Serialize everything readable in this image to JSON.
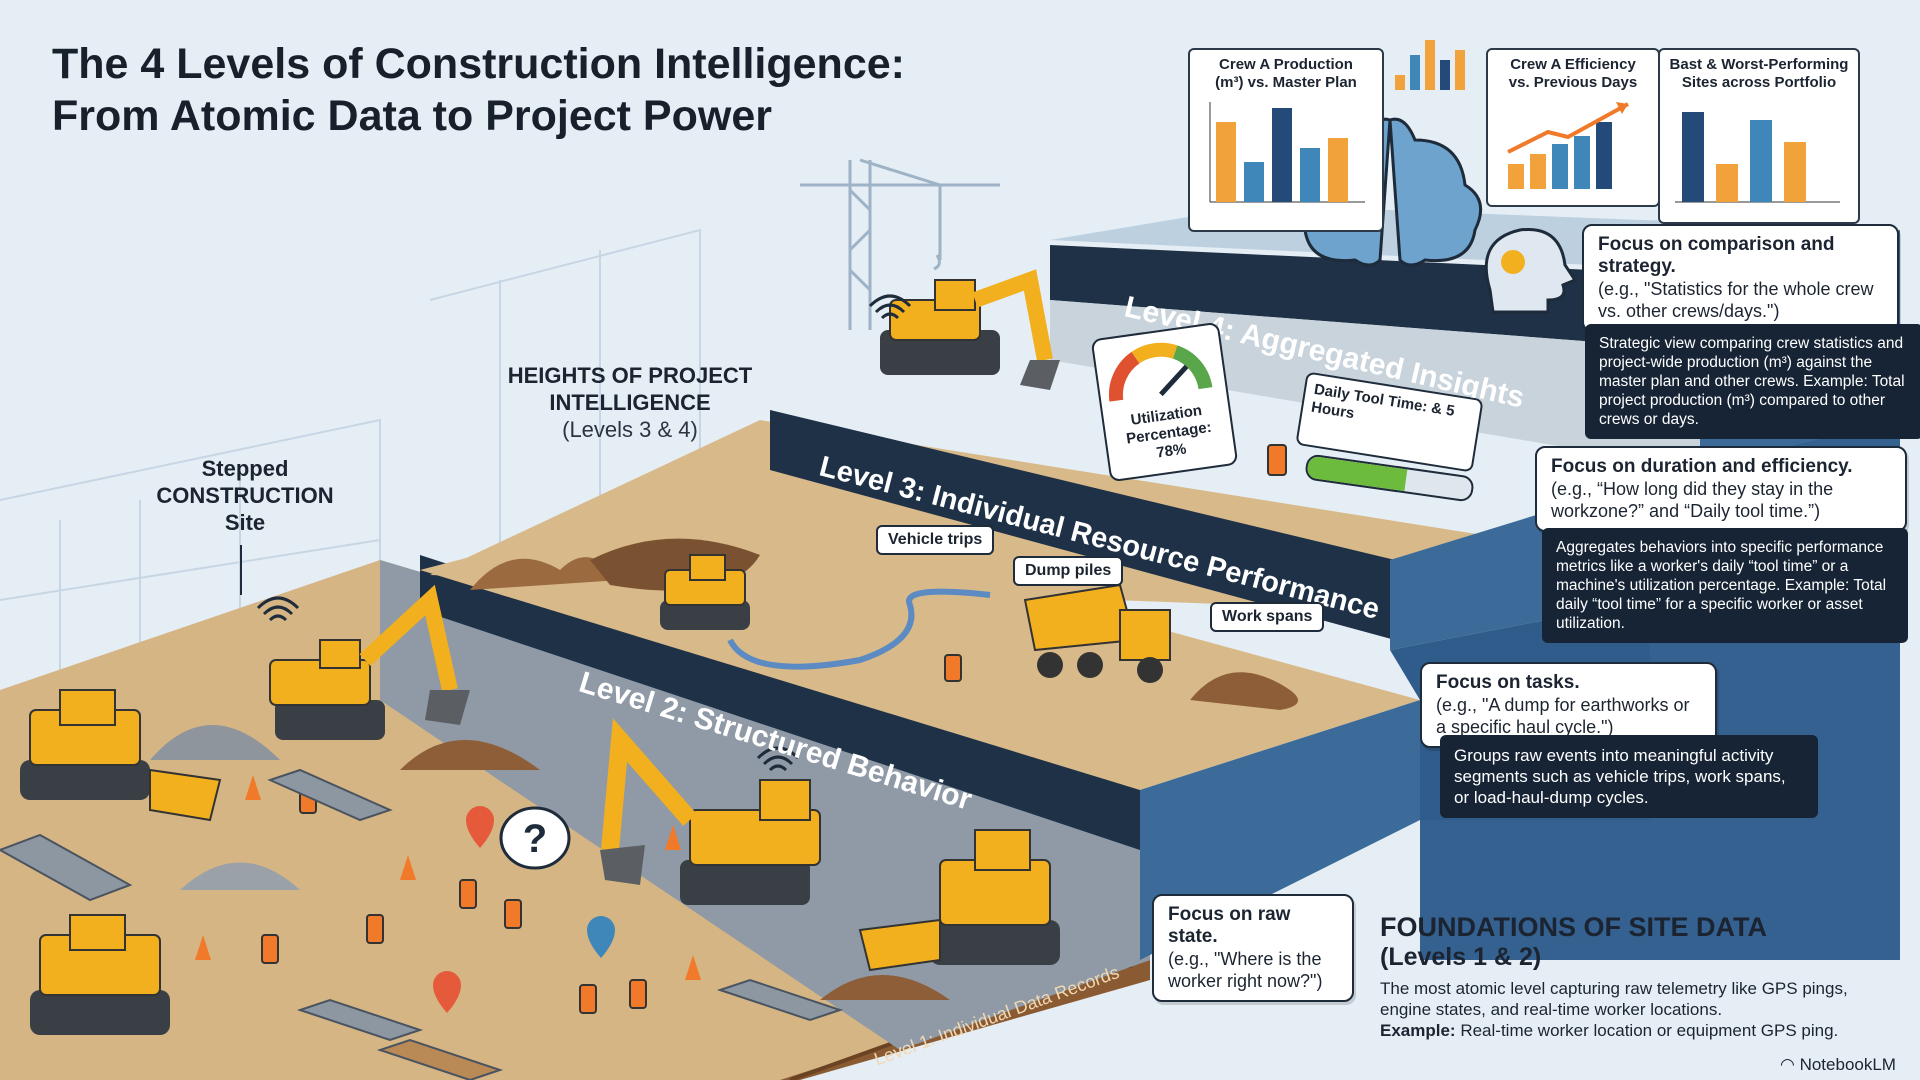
{
  "title": "The 4 Levels of Construction Intelligence:\nFrom Atomic Data to Project Power",
  "labels": {
    "heights_title": "HEIGHTS OF PROJECT INTELLIGENCE",
    "heights_sub": "(Levels 3 & 4)",
    "stepped": "Stepped CONSTRUCTION Site"
  },
  "levels": {
    "level1": "Level 1: Individual Data Records",
    "level2": "Level 2: Structured Behavior",
    "level3": "Level 3: Individual Resource Performance",
    "level4": "Level 4: Aggregated Insights"
  },
  "charts": {
    "c1": {
      "title": "Crew A Production\n(m³) vs. Master Plan"
    },
    "c2": {
      "title": "Crew A Efficiency\nvs. Previous Days"
    },
    "c3": {
      "title": "Bast & Worst-Performing\nSites across Portfolio"
    }
  },
  "callouts": {
    "l4": {
      "heading": "Focus on comparison and strategy.",
      "example": "(e.g., \"Statistics for the whole crew vs. other crews/days.\")"
    },
    "l3": {
      "heading": "Focus on duration and efficiency.",
      "example": "(e.g., “How long did they stay in the workzone?” and “Daily tool time.”)"
    },
    "l2": {
      "heading": "Focus on tasks.",
      "example": "(e.g., \"A dump for earthworks or a specific haul cycle.\")"
    },
    "l1": {
      "heading": "Focus on raw state.",
      "example": "(e.g., \"Where is the worker right now?\")"
    }
  },
  "descriptions": {
    "l4": "Strategic view comparing crew statistics and project-wide production (m³) against the master plan and other crews. Example: Total project production (m³) compared to other crews or days.",
    "l3": "Aggregates behaviors into specific performance metrics like a worker's daily “tool time” or a machine's utilization percentage. Example: Total daily “tool time” for a specific worker or asset utilization.",
    "l2": "Groups raw events into meaningful activity segments such as vehicle trips, work spans, or load-haul-dump cycles."
  },
  "tags": {
    "vehicle_trips": "Vehicle trips",
    "dump_piles": "Dump piles",
    "work_spans": "Work spans",
    "utilization": "Utilization Percentage: 78%",
    "tool_time": "Daily Tool Time: & 5 Hours"
  },
  "metrics": {
    "utilization_pct": 78,
    "tool_time_fill": 0.6
  },
  "foundations": {
    "heading": "FOUNDATIONS OF SITE DATA",
    "sub": "(Levels 1 & 2)",
    "text": "The most atomic level capturing raw telemetry like GPS pings, engine states, and real-time worker locations.",
    "example_label": "Example:",
    "example_text": "Real-time worker location or equipment GPS ping."
  },
  "brand": "NotebookLM",
  "colors": {
    "dark_navy": "#1e3147",
    "step_blue": "#3c6b99",
    "machine_yellow": "#f2b01e",
    "ground": "#d9b98a",
    "bar_orange": "#f2a23a",
    "bar_blue": "#3f86b9",
    "bar_navy": "#234a78"
  }
}
